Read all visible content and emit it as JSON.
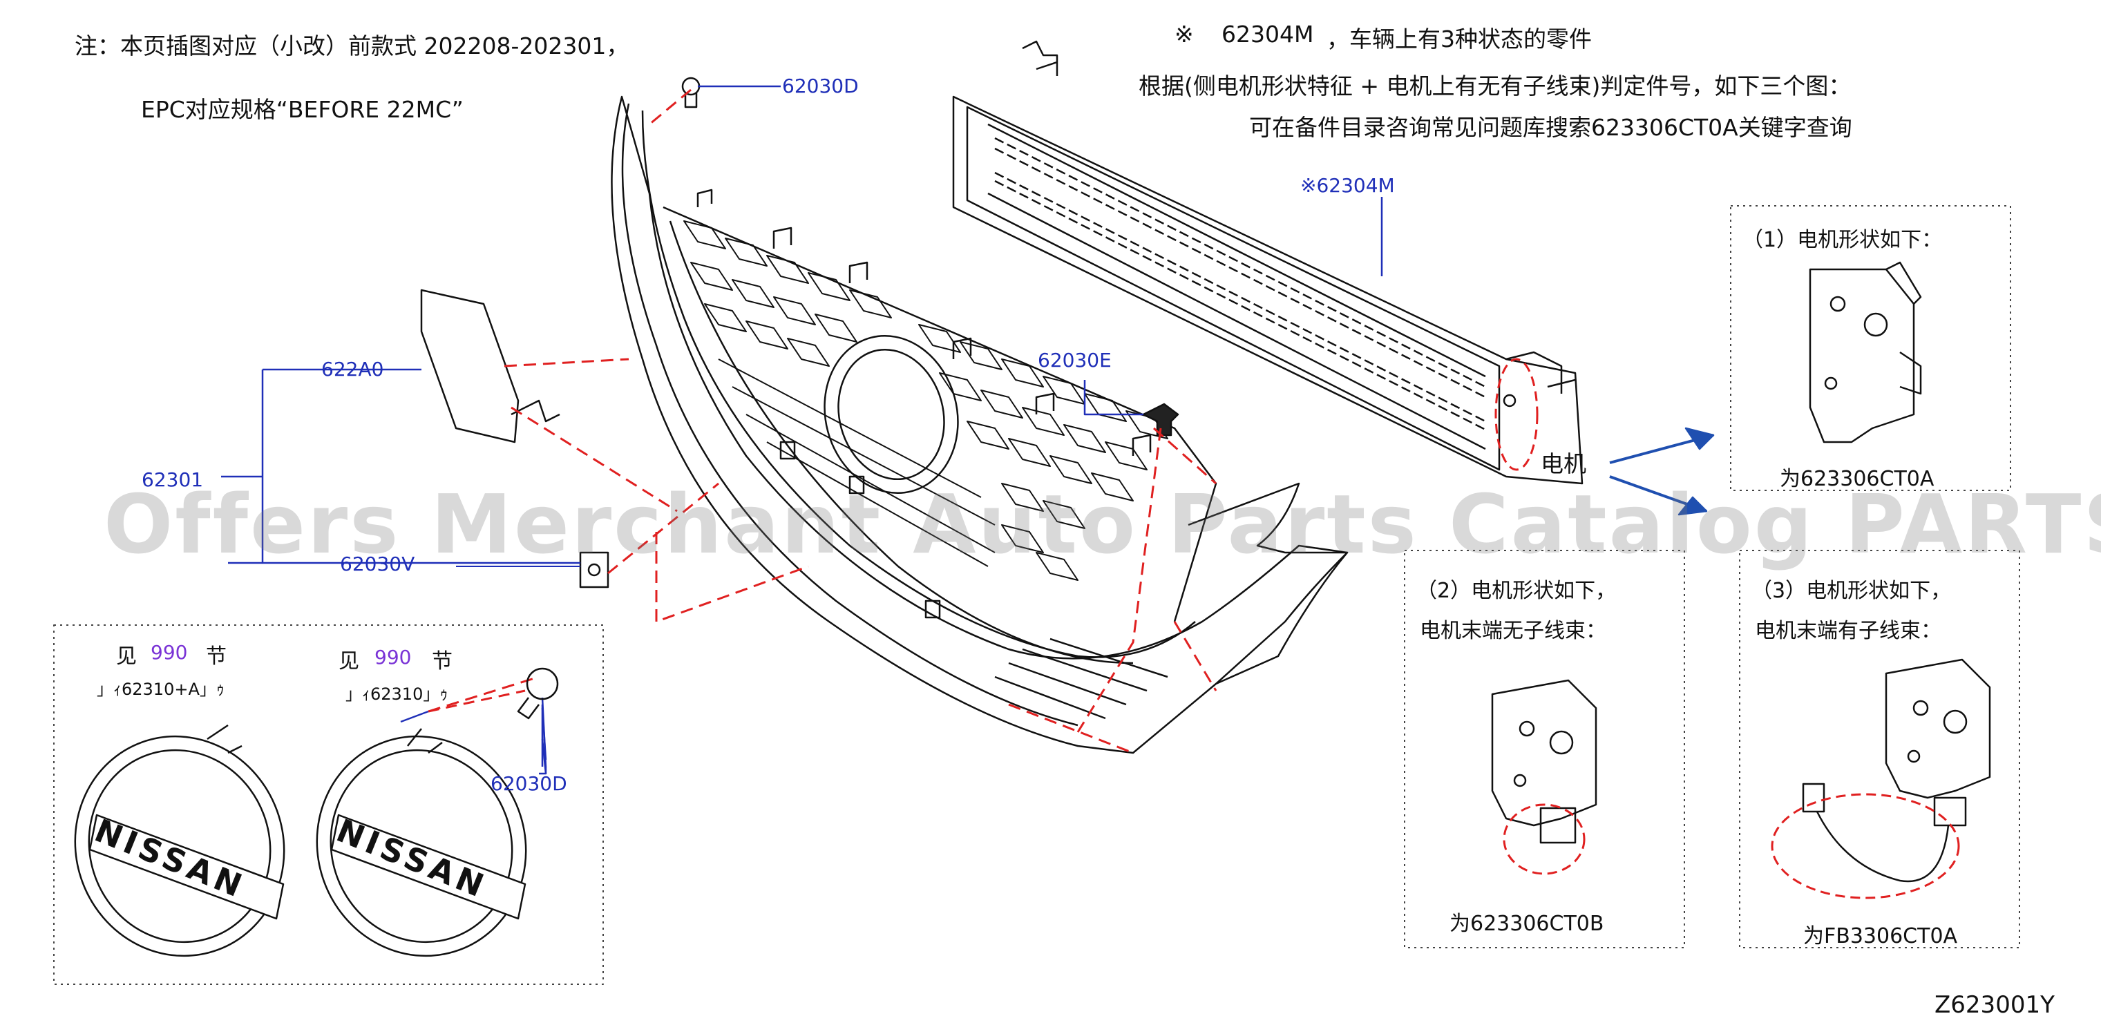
{
  "note": {
    "line1": "注：本页插图对应（小改）前款式 202208-202301，",
    "line2": "EPC对应规格“BEFORE  22MC”"
  },
  "header_note": {
    "symbol": "※",
    "part": "62304M",
    "text1": "，车辆上有3种状态的零件",
    "text2": "根据(侧电机形状特征 +  电机上有无有子线束)判定件号，如下三个图：",
    "text3": "可在备件目录咨询常见问题库搜索623306CT0A关键字查询"
  },
  "callouts": {
    "c62030D_top": "62030D",
    "c62304M": "※62304M",
    "c622A0": "622A0",
    "c62301": "62301",
    "c62030E": "62030E",
    "c62030V": "62030V",
    "c62030D_bottom": "62030D"
  },
  "motor_label": "电机",
  "emblem_box": {
    "left_see": "见",
    "left_num": "990",
    "left_sec": "节",
    "left_ref": "」ｨ62310+A」ｩ",
    "right_see": "见",
    "right_num": "990",
    "right_sec": "节",
    "right_ref": "」ｨ62310」ｩ",
    "brand": "NISSAN"
  },
  "panels": [
    {
      "title": "（1）电机形状如下：",
      "subtitle": "",
      "caption": "为623306CT0A"
    },
    {
      "title": "（2）电机形状如下，",
      "subtitle": "电机末端无子线束：",
      "caption": "为623306CT0B"
    },
    {
      "title": "（3）电机形状如下，",
      "subtitle": "电机末端有子线束：",
      "caption": "为FB3306CT0A"
    }
  ],
  "watermark": "Offers Merchant Auto Parts Catalog PARTSTORE.SA",
  "figure_id": "Z623001Y",
  "colors": {
    "callout": "#1f2fb8",
    "dash": "#e02020",
    "arrow": "#1f4fb0",
    "ref_num": "#7a33d6"
  }
}
